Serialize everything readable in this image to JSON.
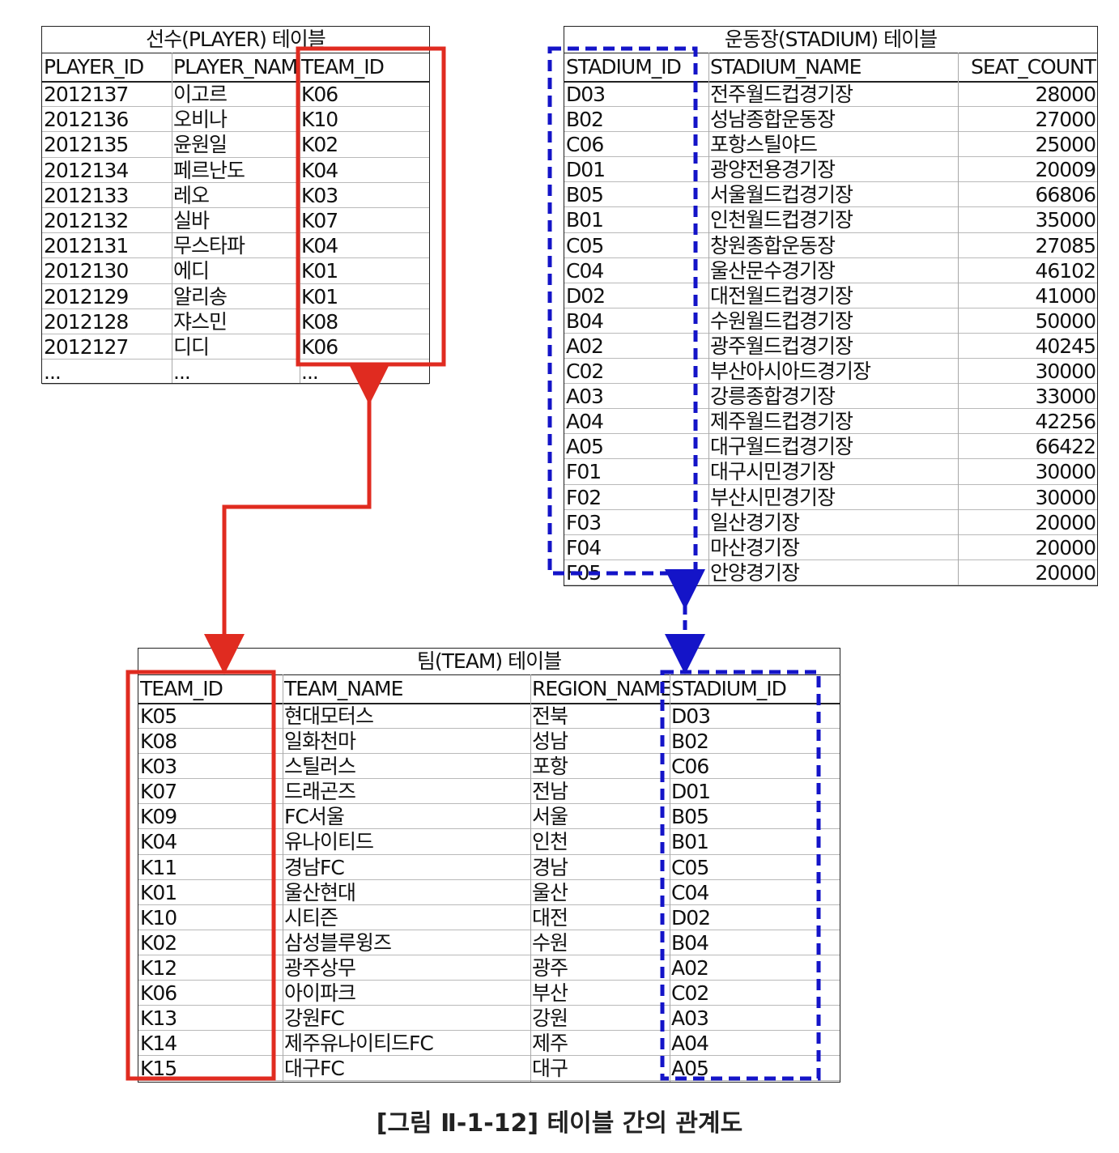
{
  "player_table": {
    "title": "선수(PLAYER) 테이블",
    "columns": [
      "PLAYER_ID",
      "PLAYER_NAME",
      "TEAM_ID"
    ],
    "rows": [
      [
        "2012137",
        "이고르",
        "K06"
      ],
      [
        "2012136",
        "오비나",
        "K10"
      ],
      [
        "2012135",
        "윤원일",
        "K02"
      ],
      [
        "2012134",
        "페르난도",
        "K04"
      ],
      [
        "2012133",
        "레오",
        "K03"
      ],
      [
        "2012132",
        "실바",
        "K07"
      ],
      [
        "2012131",
        "무스타파",
        "K04"
      ],
      [
        "2012130",
        "에디",
        "K01"
      ],
      [
        "2012129",
        "알리송",
        "K01"
      ],
      [
        "2012128",
        "쟈스민",
        "K08"
      ],
      [
        "2012127",
        "디디",
        "K06"
      ],
      [
        "...",
        "...",
        "..."
      ]
    ]
  },
  "stadium_table": {
    "title": "운동장(STADIUM) 테이블",
    "columns": [
      "STADIUM_ID",
      "STADIUM_NAME",
      "SEAT_COUNT"
    ],
    "rows": [
      [
        "D03",
        "전주월드컵경기장",
        "28000"
      ],
      [
        "B02",
        "성남종합운동장",
        "27000"
      ],
      [
        "C06",
        "포항스틸야드",
        "25000"
      ],
      [
        "D01",
        "광양전용경기장",
        "20009"
      ],
      [
        "B05",
        "서울월드컵경기장",
        "66806"
      ],
      [
        "B01",
        "인천월드컵경기장",
        "35000"
      ],
      [
        "C05",
        "창원종합운동장",
        "27085"
      ],
      [
        "C04",
        "울산문수경기장",
        "46102"
      ],
      [
        "D02",
        "대전월드컵경기장",
        "41000"
      ],
      [
        "B04",
        "수원월드컵경기장",
        "50000"
      ],
      [
        "A02",
        "광주월드컵경기장",
        "40245"
      ],
      [
        "C02",
        "부산아시아드경기장",
        "30000"
      ],
      [
        "A03",
        "강릉종합경기장",
        "33000"
      ],
      [
        "A04",
        "제주월드컵경기장",
        "42256"
      ],
      [
        "A05",
        "대구월드컵경기장",
        "66422"
      ],
      [
        "F01",
        "대구시민경기장",
        "30000"
      ],
      [
        "F02",
        "부산시민경기장",
        "30000"
      ],
      [
        "F03",
        "일산경기장",
        "20000"
      ],
      [
        "F04",
        "마산경기장",
        "20000"
      ],
      [
        "F05",
        "안양경기장",
        "20000"
      ]
    ]
  },
  "team_table": {
    "title": "팀(TEAM) 테이블",
    "columns": [
      "TEAM_ID",
      "TEAM_NAME",
      "REGION_NAME",
      "STADIUM_ID"
    ],
    "rows": [
      [
        "K05",
        "현대모터스",
        "전북",
        "D03"
      ],
      [
        "K08",
        "일화천마",
        "성남",
        "B02"
      ],
      [
        "K03",
        "스틸러스",
        "포항",
        "C06"
      ],
      [
        "K07",
        "드래곤즈",
        "전남",
        "D01"
      ],
      [
        "K09",
        "FC서울",
        "서울",
        "B05"
      ],
      [
        "K04",
        "유나이티드",
        "인천",
        "B01"
      ],
      [
        "K11",
        "경남FC",
        "경남",
        "C05"
      ],
      [
        "K01",
        "울산현대",
        "울산",
        "C04"
      ],
      [
        "K10",
        "시티즌",
        "대전",
        "D02"
      ],
      [
        "K02",
        "삼성블루윙즈",
        "수원",
        "B04"
      ],
      [
        "K12",
        "광주상무",
        "광주",
        "A02"
      ],
      [
        "K06",
        "아이파크",
        "부산",
        "C02"
      ],
      [
        "K13",
        "강원FC",
        "강원",
        "A03"
      ],
      [
        "K14",
        "제주유나이티드FC",
        "제주",
        "A04"
      ],
      [
        "K15",
        "대구FC",
        "대구",
        "A05"
      ]
    ]
  },
  "relationships": {
    "player_team_color": "#e02b20",
    "team_stadium_color": "#1414c8"
  },
  "caption": "[그림 Ⅱ-1-12] 테이블 간의 관계도"
}
